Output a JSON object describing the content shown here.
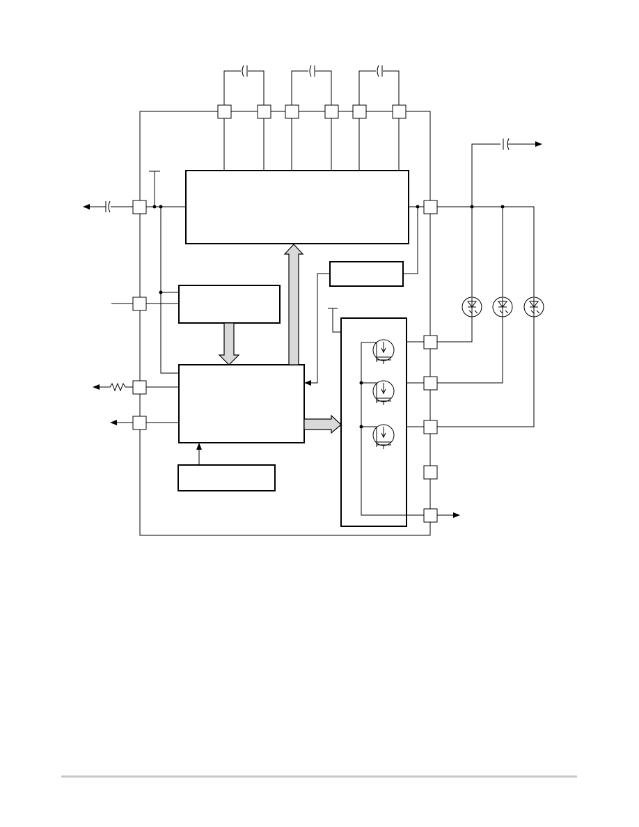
{
  "diagram": {
    "kind": "block-diagram",
    "labels_present": false,
    "line_color": "#000000",
    "bus_arrow_fill": "#d9d9d9",
    "footer_rule_color": "#c8c8c8"
  },
  "elements": {
    "flying_capacitors": 3,
    "top_capacitor_pins": 6,
    "left_pins": 4,
    "right_output_pin": 1,
    "right_side_pins": 5,
    "white_leds": 3,
    "current_sink_transistors": 3,
    "internal_blocks": [
      "charge-pump",
      "left-block",
      "control-logic",
      "bottom-block",
      "right-small-block",
      "current-sink-array"
    ]
  }
}
